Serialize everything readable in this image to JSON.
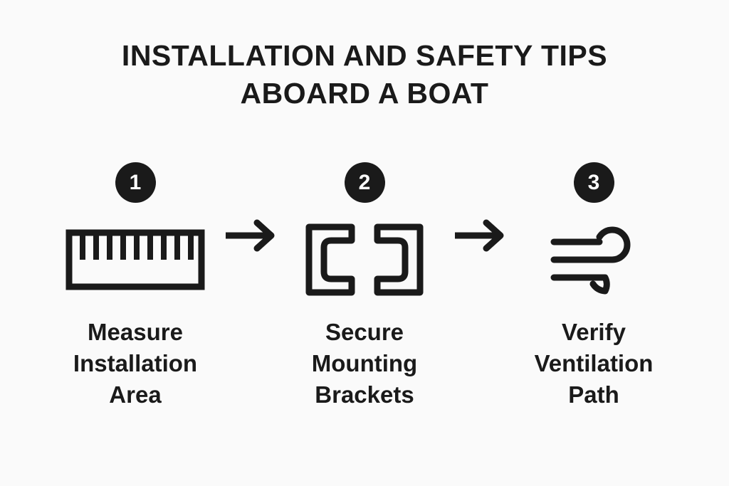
{
  "title": {
    "line1": "INSTALLATION AND SAFETY TIPS",
    "line2": "ABOARD A BOAT"
  },
  "colors": {
    "background": "#FAFAFA",
    "ink": "#1A1A1A",
    "badge_fill": "#1A1A1A",
    "badge_text": "#FFFFFF"
  },
  "steps": [
    {
      "number": "1",
      "icon": "ruler-icon",
      "label_line1": "Measure",
      "label_line2": "Installation",
      "label_line3": "Area"
    },
    {
      "number": "2",
      "icon": "mounting-brackets-icon",
      "label_line1": "Secure",
      "label_line2": "Mounting",
      "label_line3": "Brackets"
    },
    {
      "number": "3",
      "icon": "wind-ventilation-icon",
      "label_line1": "Verify",
      "label_line2": "Ventilation",
      "label_line3": "Path"
    }
  ],
  "connectors": [
    {
      "icon": "arrow-right-icon"
    },
    {
      "icon": "arrow-right-icon"
    }
  ]
}
